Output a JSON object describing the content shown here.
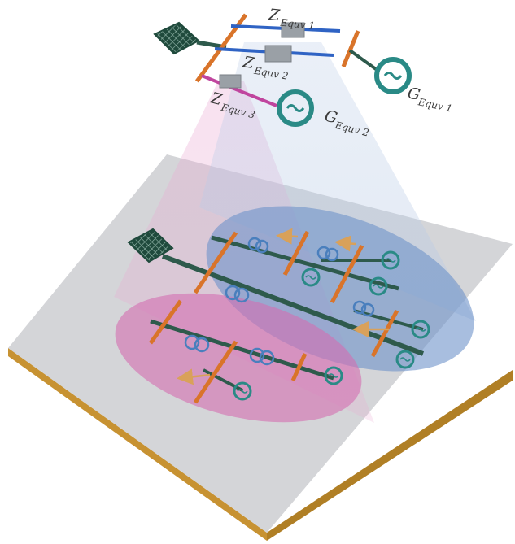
{
  "labels": {
    "z1": {
      "main": "Z",
      "sub": "Equv 1"
    },
    "z2": {
      "main": "Z",
      "sub": "Equv 2"
    },
    "z3": {
      "main": "Z",
      "sub": "Equv 3"
    },
    "g1": {
      "main": "G",
      "sub": "Equv 1"
    },
    "g2": {
      "main": "G",
      "sub": "Equv 2"
    }
  },
  "colors": {
    "bus_orange": "#d9742a",
    "line_dark_green": "#2e5a4c",
    "line_blue": "#2f63c4",
    "line_magenta": "#c0459e",
    "generator_teal": "#2a8a86",
    "impedance_gray": "#9aa0a6",
    "grid_dark": "#1f4a3c",
    "platform_top": "#d4d5d8",
    "platform_side": "#c79232",
    "region_blue": "#6e93c9",
    "region_pink": "#d36eb0",
    "transformer_blue": "#4a7fbd",
    "load_arrow": "#d9a15a"
  },
  "icons": {
    "grid": "external-grid-icon",
    "generator": "generator-icon",
    "transformer": "transformer-icon",
    "load": "load-arrow-icon",
    "impedance": "impedance-block-icon"
  }
}
